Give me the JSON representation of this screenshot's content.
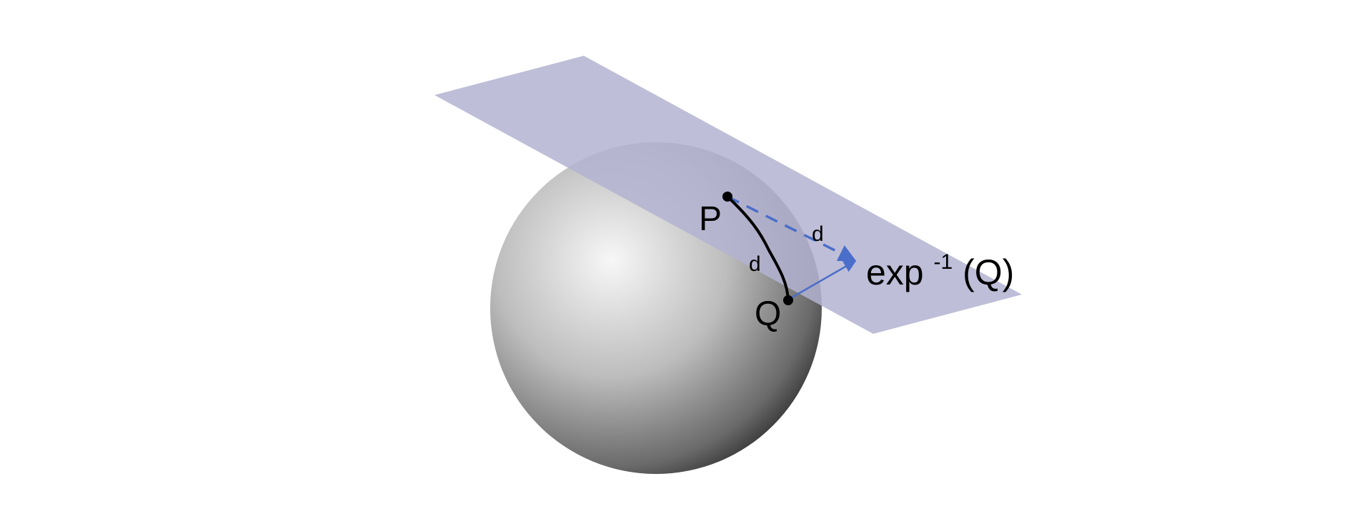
{
  "labels": {
    "point_p": "P",
    "point_q": "Q",
    "geodesic_distance": "d",
    "tangent_distance": "d",
    "log_map_base": "exp",
    "log_map_superscript": "-1",
    "log_map_argument": "(Q)"
  },
  "colors": {
    "background": "#ffffff",
    "tangent_plane": "#b3b3d1",
    "sphere_highlight": "#f7f7f7",
    "sphere_shadow": "#141414",
    "geodesic_curve": "#000000",
    "tangent_vector": "#4a6ec9"
  },
  "icons": {
    "manifold": "sphere",
    "tangent_space": "tangent-plane",
    "geodesic": "curved-path",
    "log_map": "arrow"
  }
}
